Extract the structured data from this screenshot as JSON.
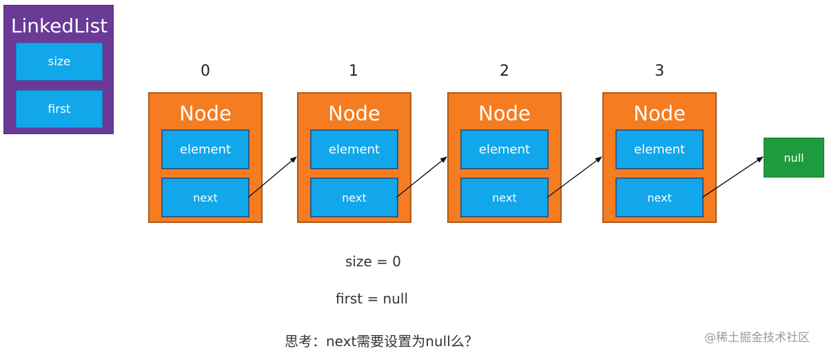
{
  "linked_list": {
    "title": "LinkedList",
    "fields": [
      "size",
      "first"
    ],
    "color": "#6a3a96"
  },
  "nodes": [
    {
      "index": "0",
      "title": "Node",
      "element_label": "element",
      "next_label": "next"
    },
    {
      "index": "1",
      "title": "Node",
      "element_label": "element",
      "next_label": "next"
    },
    {
      "index": "2",
      "title": "Node",
      "element_label": "element",
      "next_label": "next"
    },
    {
      "index": "3",
      "title": "Node",
      "element_label": "element",
      "next_label": "next"
    }
  ],
  "null_box": {
    "label": "null",
    "color": "#1e9b3e"
  },
  "captions": {
    "size": "size = 0",
    "first": "first = null",
    "question": "思考：next需要设置为null么？"
  },
  "watermark": "@稀土掘金技术社区",
  "colors": {
    "node": "#f57c20",
    "field": "#11a7ea"
  }
}
